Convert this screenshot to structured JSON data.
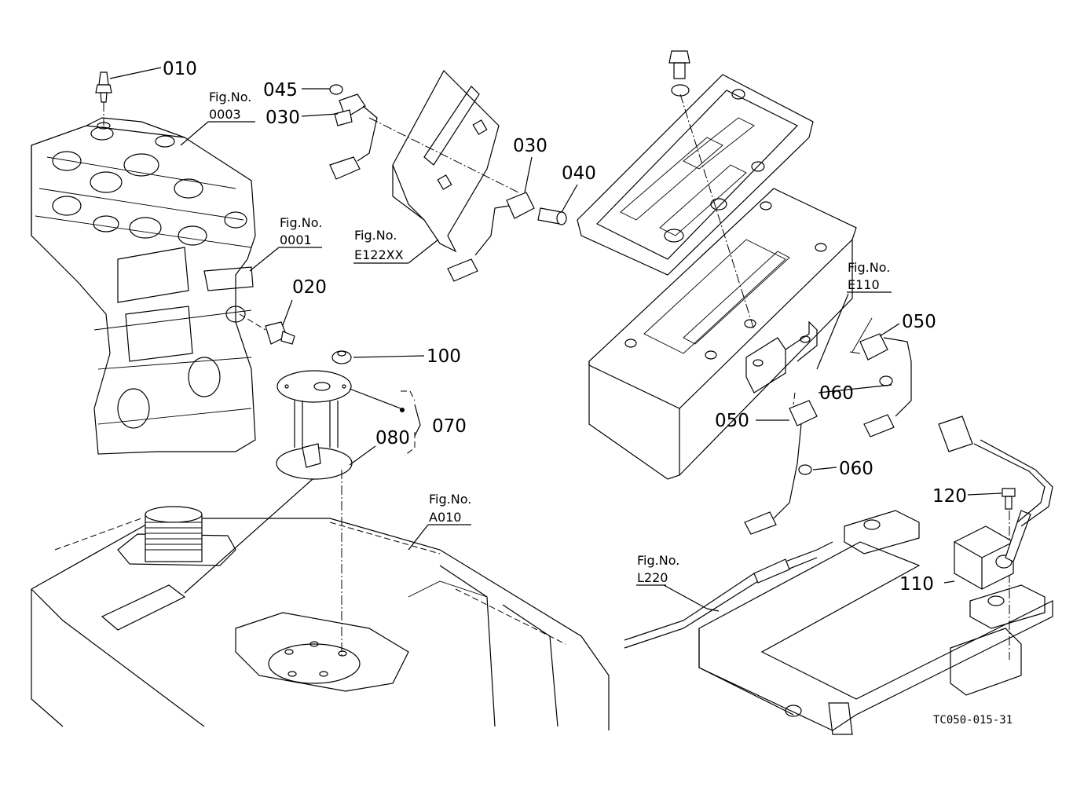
{
  "part_labels": {
    "p010": "010",
    "p020": "020",
    "p030a": "030",
    "p030b": "030",
    "p040": "040",
    "p045": "045",
    "p050a": "050",
    "p050b": "050",
    "p060a": "060",
    "p060b": "060",
    "p070": "070",
    "p080": "080",
    "p100": "100",
    "p110": "110",
    "p120": "120"
  },
  "fig_refs": {
    "f0003": {
      "title": "Fig.No.",
      "number": "0003"
    },
    "f0001": {
      "title": "Fig.No.",
      "number": "0001"
    },
    "fE122": {
      "title": "Fig.No.",
      "number": "E122XX"
    },
    "fE110": {
      "title": "Fig.No.",
      "number": "E110"
    },
    "fA010": {
      "title": "Fig.No.",
      "number": "A010"
    },
    "fL220": {
      "title": "Fig.No.",
      "number": "L220"
    }
  },
  "drawing_code": "TC050-015-31"
}
